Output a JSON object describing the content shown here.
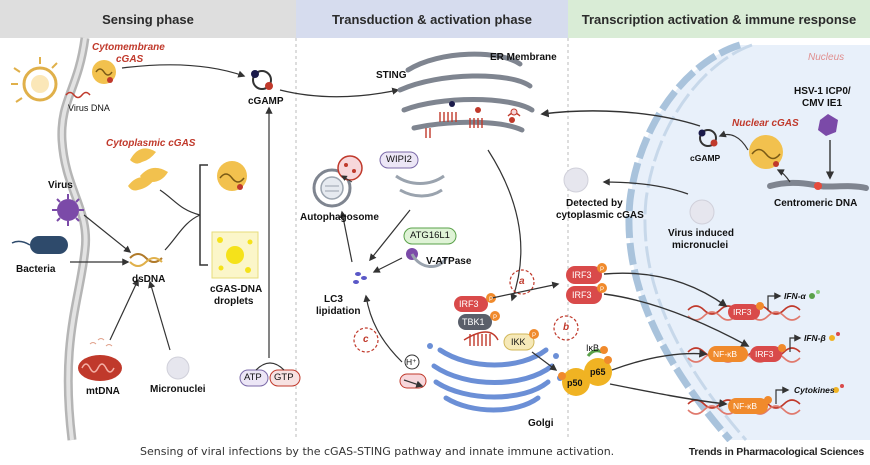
{
  "panels": {
    "sensing": "Sensing phase",
    "transduction": "Transduction & activation phase",
    "transcription": "Transcription activation & immune response"
  },
  "labels": {
    "cytomembrane_cgas": "Cytomembrane cGAS",
    "cytomembrane_cgas_1": "Cytomembrane",
    "cytomembrane_cgas_2": "cGAS",
    "virus_dna": "Virus DNA",
    "cgamp": "cGAMP",
    "cytoplasmic_cgas": "Cytoplasmic cGAS",
    "virus": "Virus",
    "bacteria": "Bacteria",
    "dsdna": "dsDNA",
    "cgas_dna_droplets_1": "cGAS-DNA",
    "cgas_dna_droplets_2": "droplets",
    "mtdna": "mtDNA",
    "micronuclei": "Micronuclei",
    "atp": "ATP",
    "gtp": "GTP",
    "sting": "STING",
    "er_membrane": "ER Membrane",
    "autophagosome": "Autophagosome",
    "wipi2": "WIPI2",
    "atg16l1": "ATG16L1",
    "v_atpase": "V-ATPase",
    "lc3_1": "LC3",
    "lc3_2": "lipidation",
    "step_a": "a",
    "step_b": "b",
    "step_c": "c",
    "irf3": "IRF3",
    "tbk1": "TBK1",
    "ikk": "IKK",
    "ikb": "IκB",
    "p65": "p65",
    "p50": "p50",
    "h_plus": "H⁺",
    "golgi": "Golgi",
    "phos": "P",
    "detected_1": "Detected by",
    "detected_2": "cytoplasmic cGAS",
    "virus_micronuclei_1": "Virus induced",
    "virus_micronuclei_2": "micronuclei",
    "nucleus": "Nucleus",
    "nuclear_cgas": "Nuclear cGAS",
    "hsv_1": "HSV-1 ICP0/",
    "hsv_2": "CMV IE1",
    "centromeric_dna": "Centromeric DNA",
    "nfkb": "NF-κB",
    "ifn_a": "IFN-α",
    "ifn_b": "IFN-β",
    "cytokines": "Cytokines"
  },
  "caption": "Sensing of viral infections by the cGAS-STING pathway and innate immune activation.",
  "journal": "Trends in Pharmacological Sciences",
  "colors": {
    "sensing_header": "#d9d9d9",
    "transduction_header": "#d6dcee",
    "transcription_header": "#d9ecd6",
    "nucleus_bg": "#e8f0fa",
    "irf3": "#d94a4a",
    "nfkb": "#f08a2c",
    "cgas": "#f2c14e",
    "er": "#7f8590",
    "golgi": "#6b8fd6",
    "p65": "#f0b323",
    "accent_red": "#c0392b"
  }
}
